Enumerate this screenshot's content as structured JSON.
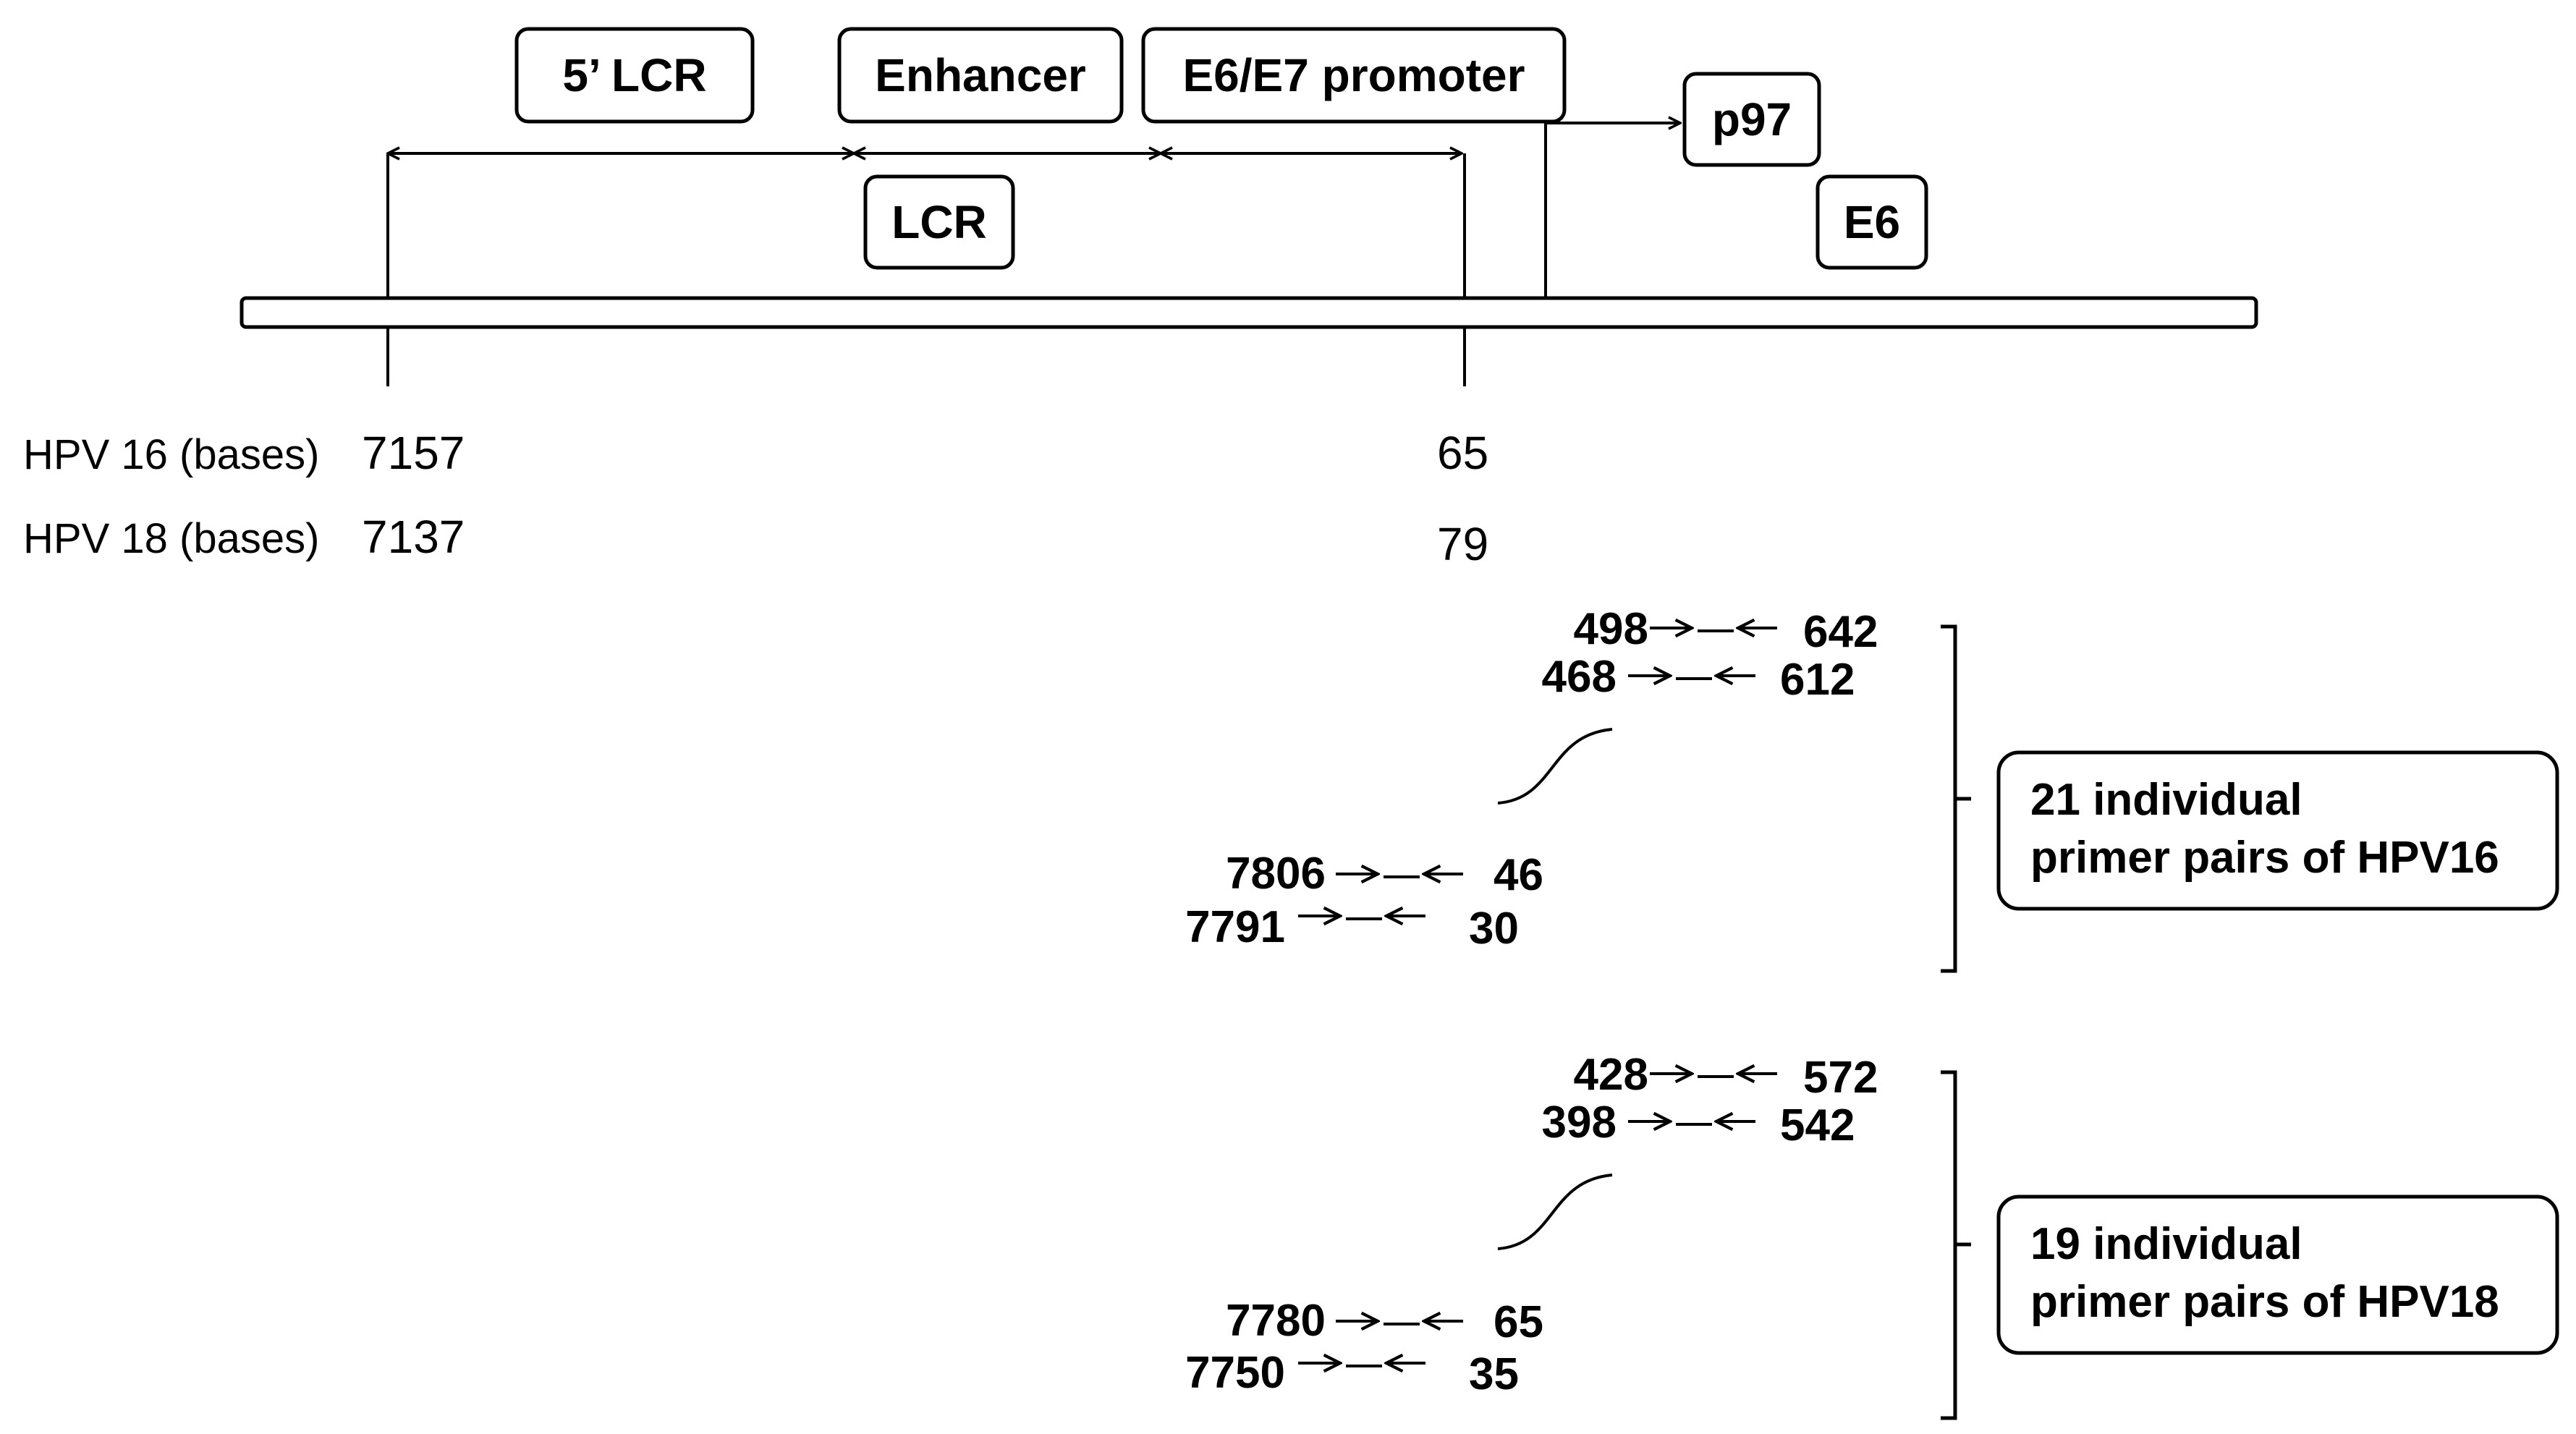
{
  "regions": {
    "lcr5": "5’ LCR",
    "enhancer": "Enhancer",
    "promoter": "E6/E7 promoter",
    "lcr": "LCR",
    "p97": "p97",
    "e6": "E6"
  },
  "genomes": {
    "hpv16": {
      "label": "HPV 16 (bases)",
      "start": "7157",
      "end": "65"
    },
    "hpv18": {
      "label": "HPV 18 (bases)",
      "start": "7137",
      "end": "79"
    }
  },
  "primer_groups": [
    {
      "label_line1": "21 individual",
      "label_line2": "primer pairs of HPV16",
      "pairs": [
        {
          "forward": "498",
          "reverse": "642"
        },
        {
          "forward": "468",
          "reverse": "612"
        },
        {
          "forward": "7806",
          "reverse": "46"
        },
        {
          "forward": "7791",
          "reverse": "30"
        }
      ]
    },
    {
      "label_line1": "19 individual",
      "label_line2": "primer pairs of HPV18",
      "pairs": [
        {
          "forward": "428",
          "reverse": "572"
        },
        {
          "forward": "398",
          "reverse": "542"
        },
        {
          "forward": "7780",
          "reverse": "65"
        },
        {
          "forward": "7750",
          "reverse": "35"
        }
      ]
    }
  ]
}
